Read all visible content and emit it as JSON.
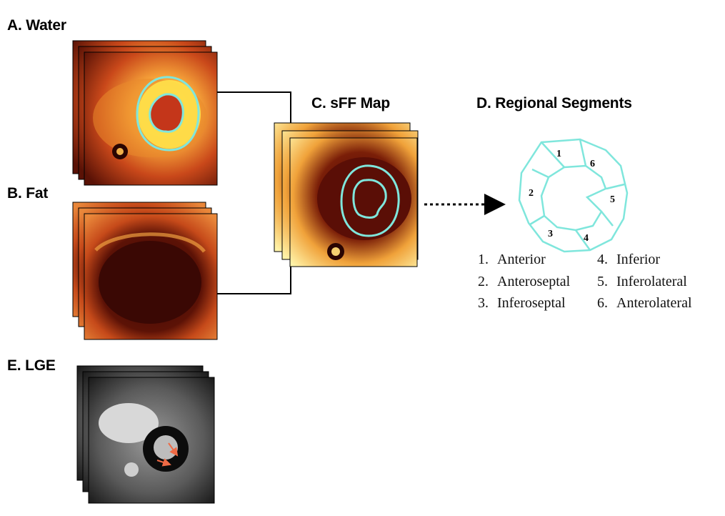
{
  "panels": {
    "water": {
      "title": "A. Water"
    },
    "fat": {
      "title": "B. Fat"
    },
    "sff": {
      "title": "C. sFF Map"
    },
    "segments": {
      "title": "D. Regional Segments"
    },
    "lge": {
      "title": "E. LGE"
    }
  },
  "segment_numbers": [
    "1",
    "2",
    "3",
    "4",
    "5",
    "6"
  ],
  "legend": [
    {
      "num": "1.",
      "label": "Anterior"
    },
    {
      "num": "2.",
      "label": "Anteroseptal"
    },
    {
      "num": "3.",
      "label": "Inferoseptal"
    },
    {
      "num": "4.",
      "label": "Inferior"
    },
    {
      "num": "5.",
      "label": "Inferolateral"
    },
    {
      "num": "6.",
      "label": "Anterolateral"
    }
  ],
  "colors": {
    "contour": "#7fe6dc",
    "lge_arrow": "#ef6a45",
    "connector": "#000000"
  }
}
